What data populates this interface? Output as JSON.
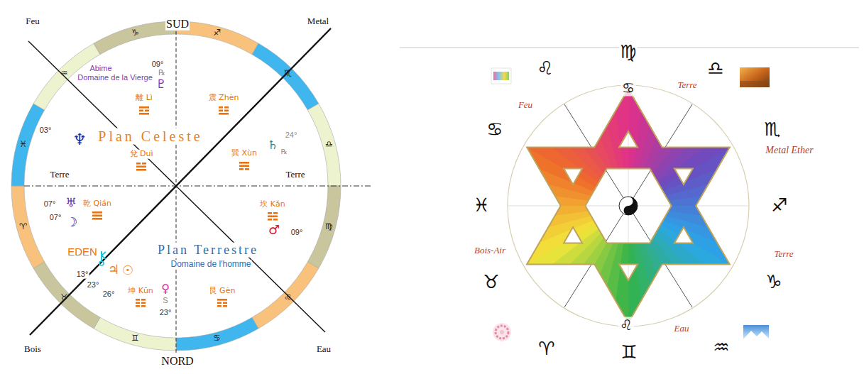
{
  "diagram": {
    "labels": [
      "Feu",
      "SUD",
      "Metal",
      "Abime",
      "Domaine de la Vierge",
      "09°",
      "℞",
      "♇",
      "離 Lì",
      "震 Zhèn",
      "♆",
      "Plan Celeste",
      "03°",
      "24°",
      "♄",
      "℞",
      "兌 Duì",
      "巽 Xùn",
      "Terre",
      "Terre",
      "07°",
      "♅",
      "07°",
      "☽",
      "乾 Qián",
      "坎 Kǎn",
      "♂",
      "09°",
      "EDEN",
      "Plan Terrestre",
      "Domaine de l'homme",
      "♃",
      "☉",
      "13°",
      "23°",
      "26°",
      "坤 Kūn",
      "♀",
      "S",
      "23°",
      "艮 Gèn",
      "Bois",
      "NORD",
      "Eau",
      "♑",
      "♐",
      "♏",
      "♎",
      "♍",
      "♌",
      "♋",
      "♊",
      "♉",
      "♈",
      "♓",
      "♒",
      "♍",
      "♌",
      "Terre",
      "♎",
      "Feu",
      "♋",
      "♏",
      "Metal Ether",
      "♓",
      "♐",
      "Bois-Air",
      "Terre",
      "♉",
      "♑",
      "Eau",
      "♈",
      "♊",
      "♒",
      "♋",
      "♌"
    ]
  }
}
